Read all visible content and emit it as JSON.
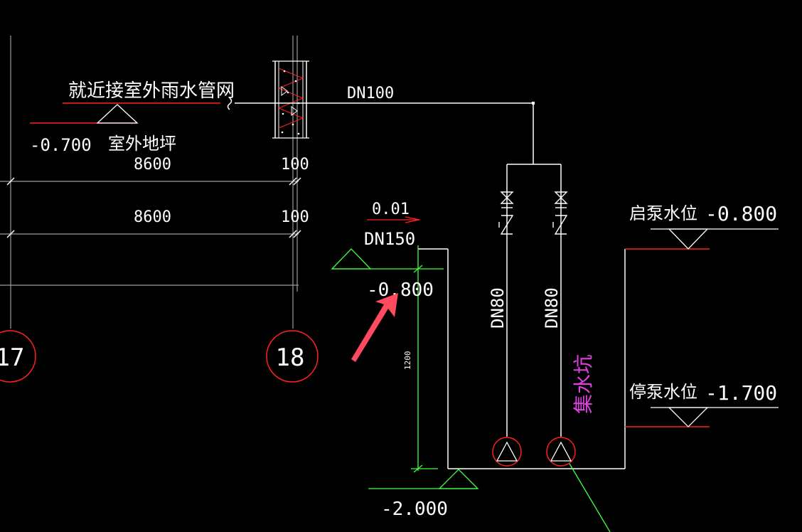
{
  "labels": {
    "outlet_note": "就近接室外雨水管网",
    "pipe_dn100": "DN100",
    "outdoor_level": "-0.700",
    "outdoor_ground": "室外地坪",
    "dim_8600_a": "8600",
    "dim_100_a": "100",
    "dim_8600_b": "8600",
    "dim_100_b": "100",
    "slope": "0.01",
    "pipe_dn150": "DN150",
    "level_top": "-0.800",
    "pump_start_label": "启泵水位",
    "pump_start_level": "-0.800",
    "pump_stop_label": "停泵水位",
    "pump_stop_level": "-1.700",
    "riser_left": "DN80",
    "riser_right": "DN80",
    "sump": "集水坑",
    "dim_1200": "1200",
    "bottom_level": "-2.000",
    "axis_17": "17",
    "axis_18": "18"
  },
  "colors": {
    "background": "#000000",
    "pipe": "#ffffff",
    "annotation_line": "#ff2020",
    "dimension": "#40ff40",
    "axis_circle": "#ff2020",
    "sump_text": "#e040e0",
    "arrow": "#ff4a60",
    "grid": "#9a9a9a"
  }
}
